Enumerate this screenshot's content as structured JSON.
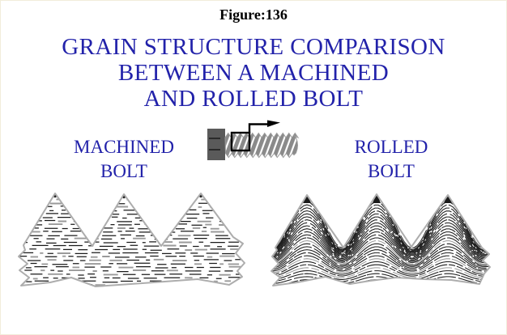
{
  "figure": {
    "label": "Figure:136"
  },
  "title": {
    "lines": [
      "GRAIN STRUCTURE COMPARISON",
      "BETWEEN A MACHINED",
      "AND ROLLED BOLT"
    ]
  },
  "panels": {
    "machined": {
      "label_lines": [
        "MACHINED",
        "BOLT"
      ]
    },
    "rolled": {
      "label_lines": [
        "ROLLED",
        "BOLT"
      ]
    }
  },
  "colors": {
    "title_blue": "#2222aa",
    "figure_text": "#000000",
    "outline_gray": "#adadad",
    "grain_dark": "#1a1a1a",
    "grain_light": "#9a9a9a",
    "bolt_head_gray": "#5a5a5a",
    "bolt_thread_gray": "#8a8a8a",
    "callout_black": "#000000"
  }
}
